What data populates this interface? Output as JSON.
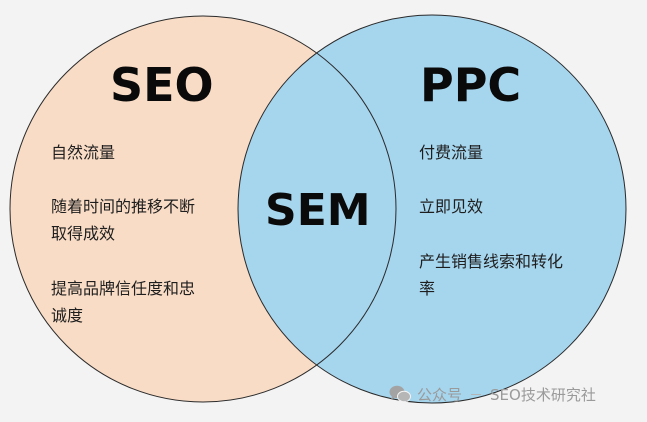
{
  "diagram": {
    "type": "venn",
    "colors": {
      "left_fill": "#f9dcc6",
      "right_fill": "#a6d5ee",
      "outline": "#2a2a2a",
      "background": "#f3f3f3"
    },
    "left": {
      "title": "SEO",
      "items": [
        "自然流量",
        "随着时间的推移不断",
        "取得成效",
        "提高品牌信任度和忠",
        "诚度"
      ]
    },
    "right": {
      "title": "PPC",
      "items": [
        "付费流量",
        "立即见效",
        "产生销售线索和转化",
        "率"
      ]
    },
    "intersection": {
      "title": "SEM"
    }
  },
  "watermark": {
    "icon": "wechat-icon",
    "account_label": "公众号",
    "name": "SEO技术研究社"
  }
}
